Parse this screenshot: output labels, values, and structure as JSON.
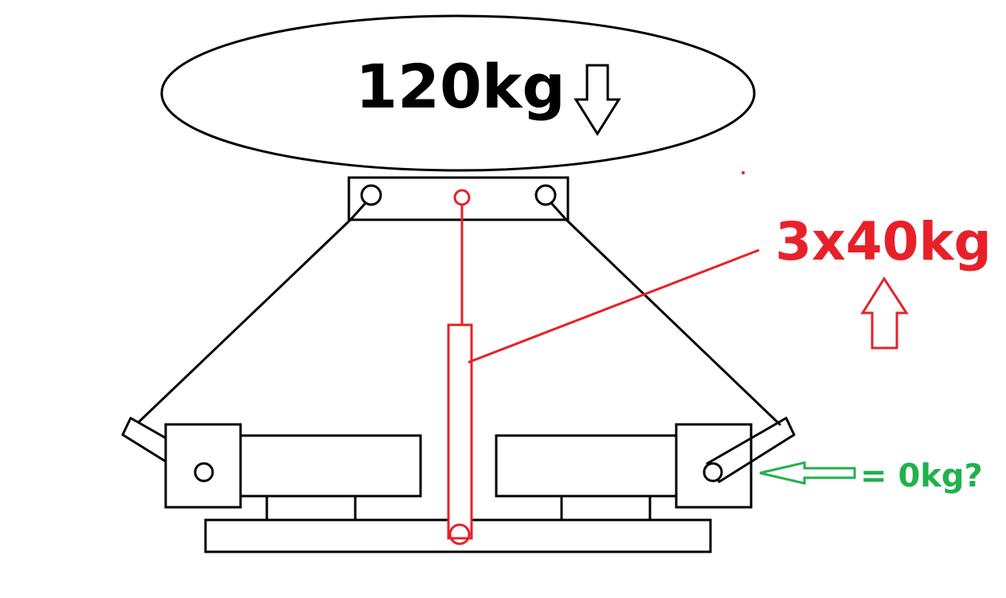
{
  "labels": {
    "load": "120kg",
    "spring_force": "3x40kg",
    "pivot_force": "= 0kg?"
  },
  "colors": {
    "outline": "#000000",
    "spring": "#e8202a",
    "pivot": "#22b14c",
    "background": "#ffffff"
  },
  "icons": {
    "load_arrow": "arrow-down-icon",
    "spring_arrow": "arrow-up-icon",
    "pivot_arrow": "arrow-left-icon"
  }
}
